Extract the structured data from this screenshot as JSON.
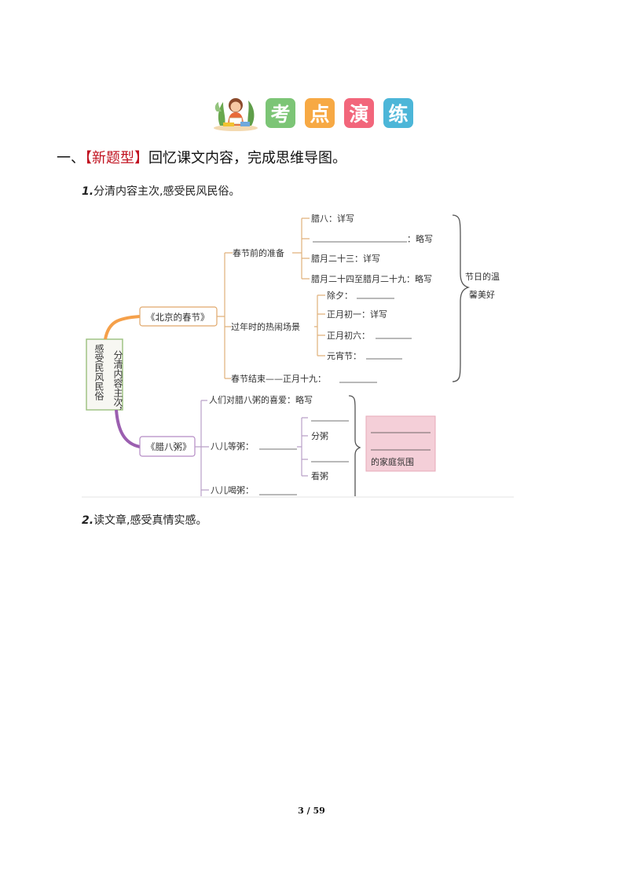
{
  "banner": {
    "tiles": [
      {
        "char": "考",
        "color": "#7cc576"
      },
      {
        "char": "点",
        "color": "#f7a944"
      },
      {
        "char": "演",
        "color": "#f2667b"
      },
      {
        "char": "练",
        "color": "#4cb6d8"
      }
    ]
  },
  "question": {
    "number": "一、",
    "open_bracket": "【",
    "tag": "新题型",
    "close_bracket": "】",
    "text": "回忆课文内容，完成思维导图。"
  },
  "sub1": {
    "number": "1.",
    "text": "分清内容主次,感受民风民俗。"
  },
  "sub2": {
    "number": "2.",
    "text": "读文章,感受真情实感。"
  },
  "mindmap": {
    "root": [
      "分清内容主次，",
      "感受民风民俗"
    ],
    "beijing": {
      "title": "《北京的春节》",
      "prep": {
        "label": "春节前的准备",
        "items": [
          "腊八：详写",
          "：略写",
          "腊月二十三：详写",
          "腊月二十四至腊月二十九：略写"
        ]
      },
      "scene": {
        "label": "过年时的热闹场景",
        "items": [
          "除夕：",
          "正月初一：详写",
          "正月初六：",
          "元宵节："
        ]
      },
      "end": "春节结束——正月十九：",
      "summary": [
        "节日的温",
        "馨美好"
      ]
    },
    "laba": {
      "title": "《腊八粥》",
      "love": "人们对腊八粥的喜爱：略写",
      "wait": "八儿等粥：",
      "fen": "分粥",
      "kan": "看粥",
      "drink": "八儿喝粥：",
      "atmosphere": "的家庭氛围"
    }
  },
  "footer": {
    "page": "3 / 59"
  }
}
